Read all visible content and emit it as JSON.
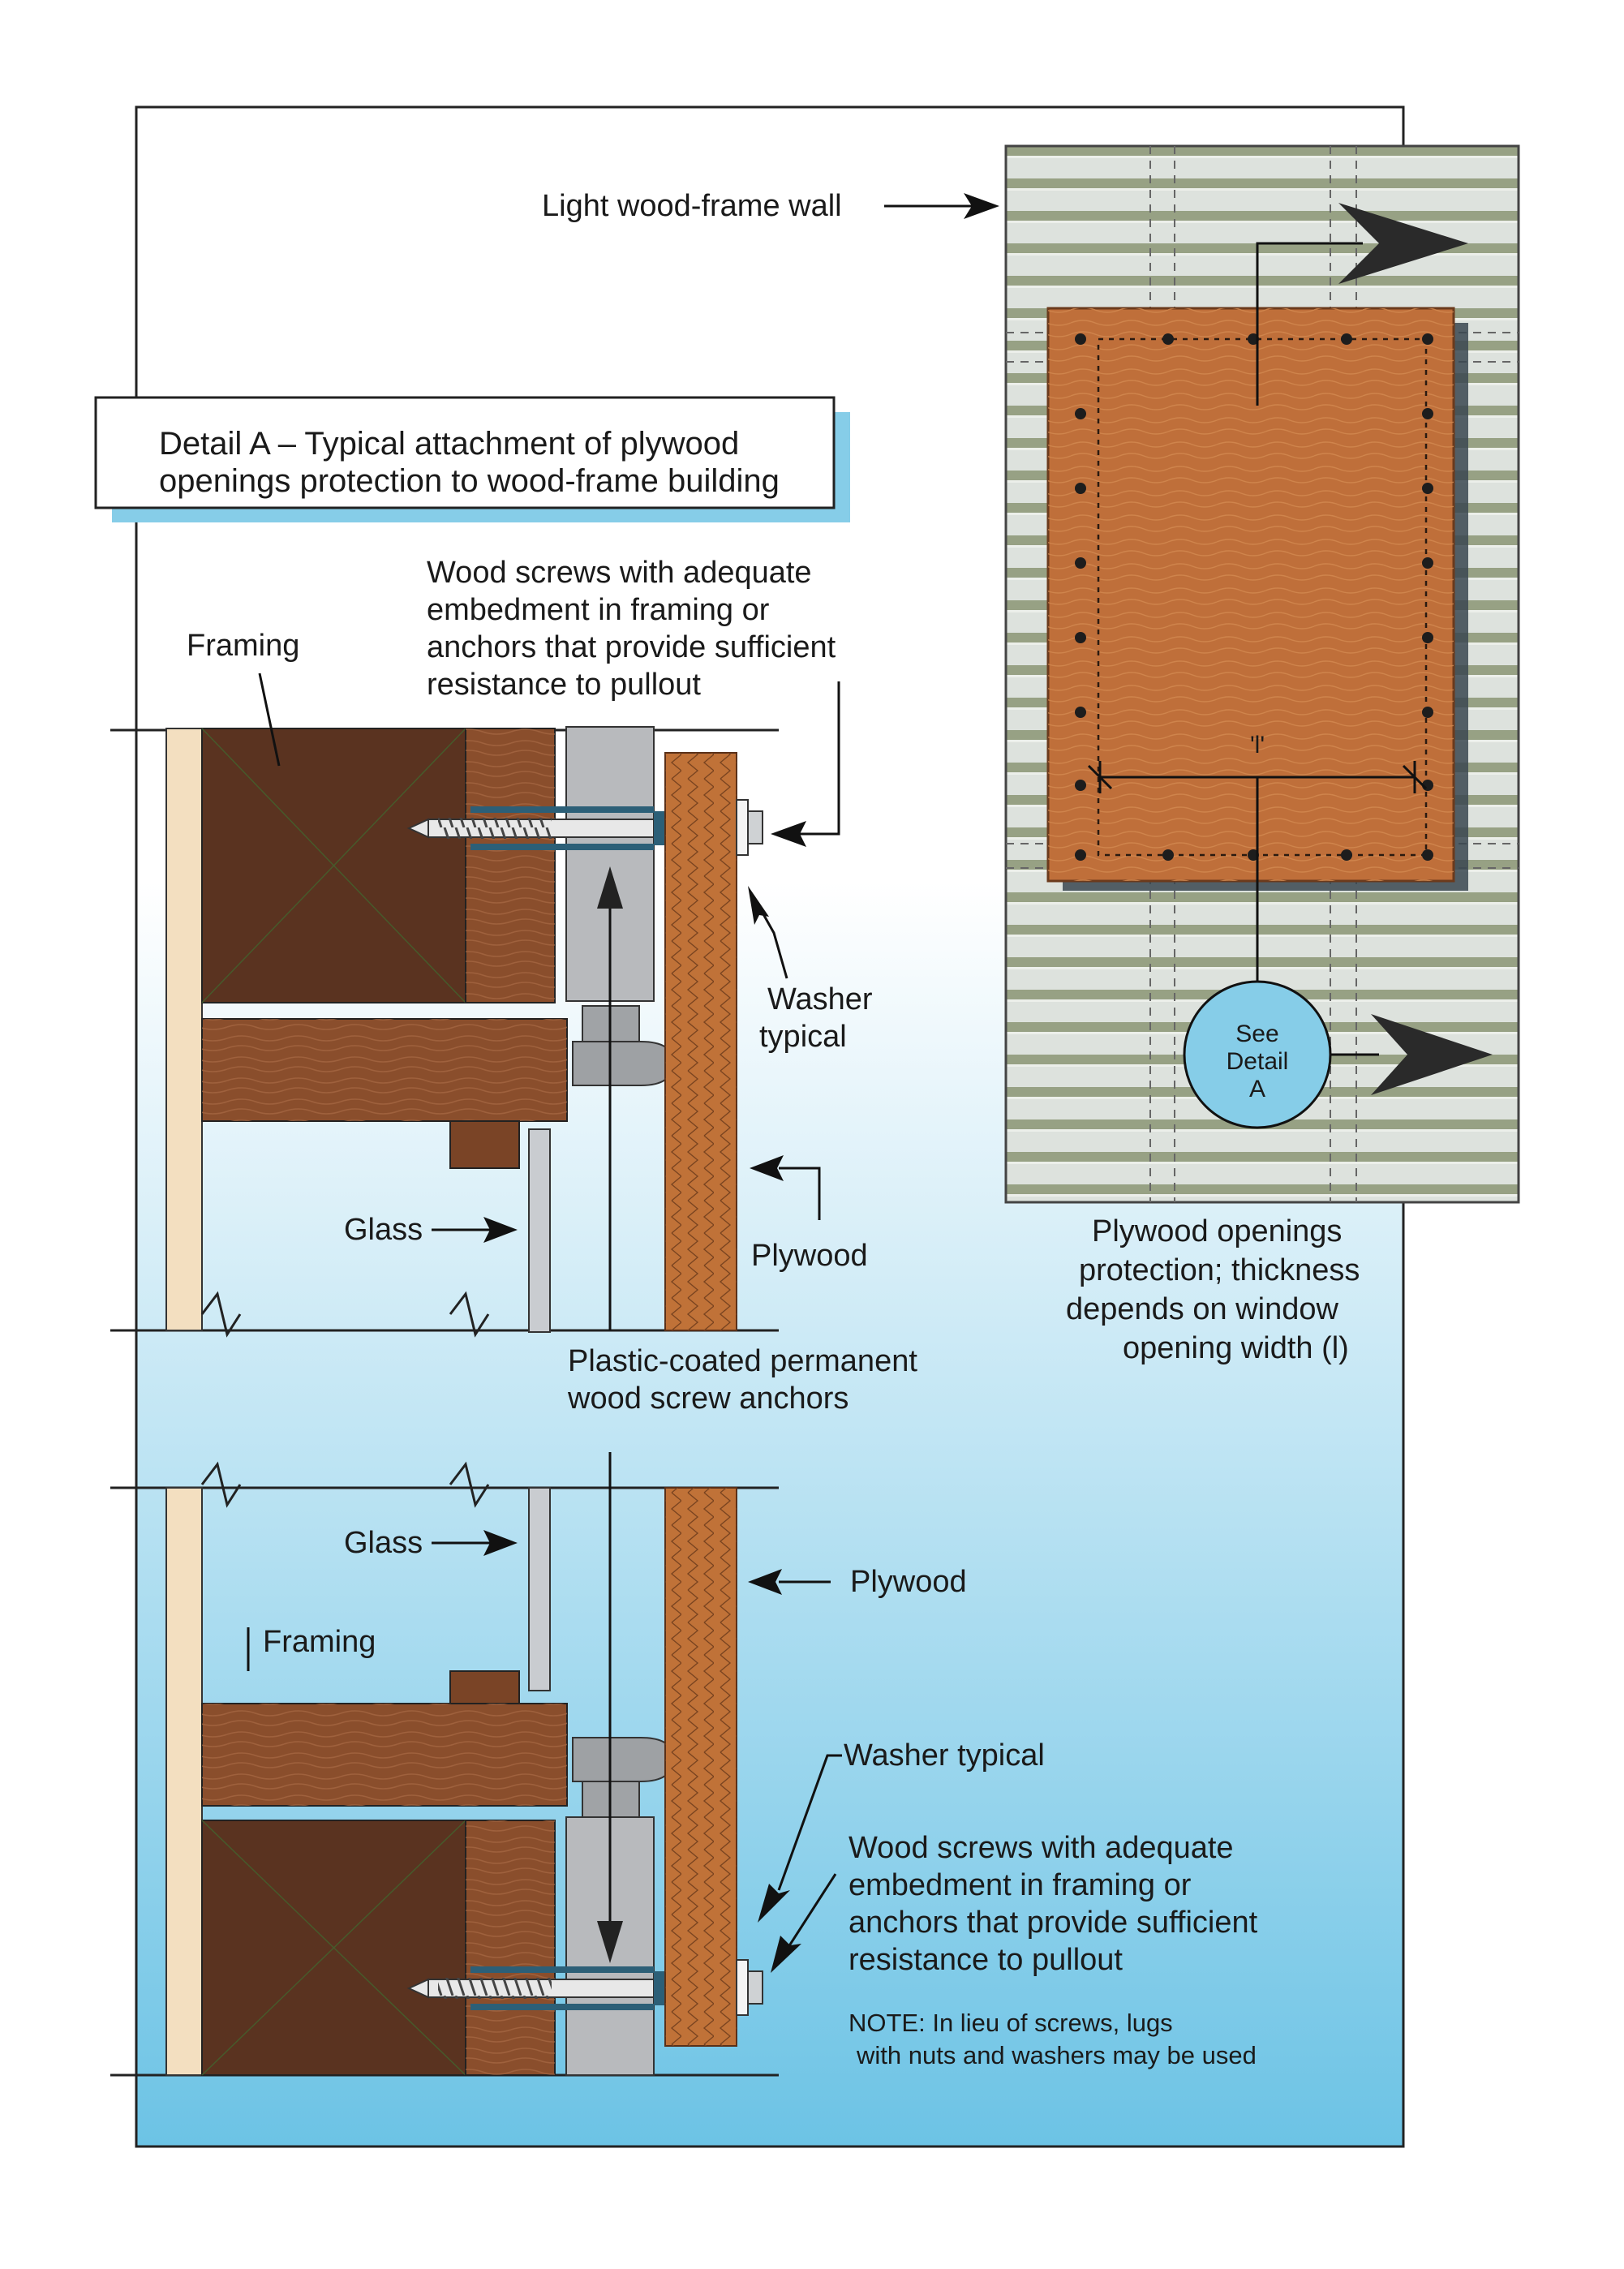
{
  "detail_box": {
    "line1": "Detail A – Typical attachment of plywood",
    "line2": "openings protection to wood-frame building"
  },
  "labels": {
    "light_wall": "Light wood-frame wall",
    "framing_top": "Framing",
    "screws_top": [
      "Wood screws with adequate",
      "embedment in framing or",
      "anchors that provide sufficient",
      "resistance to pullout"
    ],
    "washer_top": [
      "Washer",
      "typical"
    ],
    "glass_top": "Glass",
    "plywood_top": "Plywood",
    "anchors": [
      "Plastic-coated permanent",
      "wood screw anchors"
    ],
    "glass_bottom": "Glass",
    "plywood_bottom": "Plywood",
    "framing_bottom": "Framing",
    "washer_bottom": "Washer typical",
    "screws_bottom": [
      "Wood screws with adequate",
      "embedment in framing or",
      "anchors that provide sufficient",
      "resistance to pullout"
    ],
    "note": [
      "NOTE: In lieu of screws, lugs",
      "with nuts and washers may be used"
    ],
    "plywood_protection": [
      "Plywood openings",
      "protection; thickness",
      "depends on window",
      "opening width (l)"
    ],
    "dimension_l": "'l'",
    "see_detail": [
      "See",
      "Detail",
      "A"
    ]
  },
  "colors": {
    "frame_dark": "#5a3320",
    "frame_mid": "#8a4e2c",
    "plywood": "#c07238",
    "glass": "#c9ccd0",
    "anchor": "#b8babd",
    "sky_top": "#f2f9fc",
    "sky_bottom": "#74c6e6",
    "siding_light": "#dfe3df",
    "siding_dark": "#9aa386",
    "detail_circle": "#86cde8",
    "interior_wall": "#f3dfc0"
  }
}
